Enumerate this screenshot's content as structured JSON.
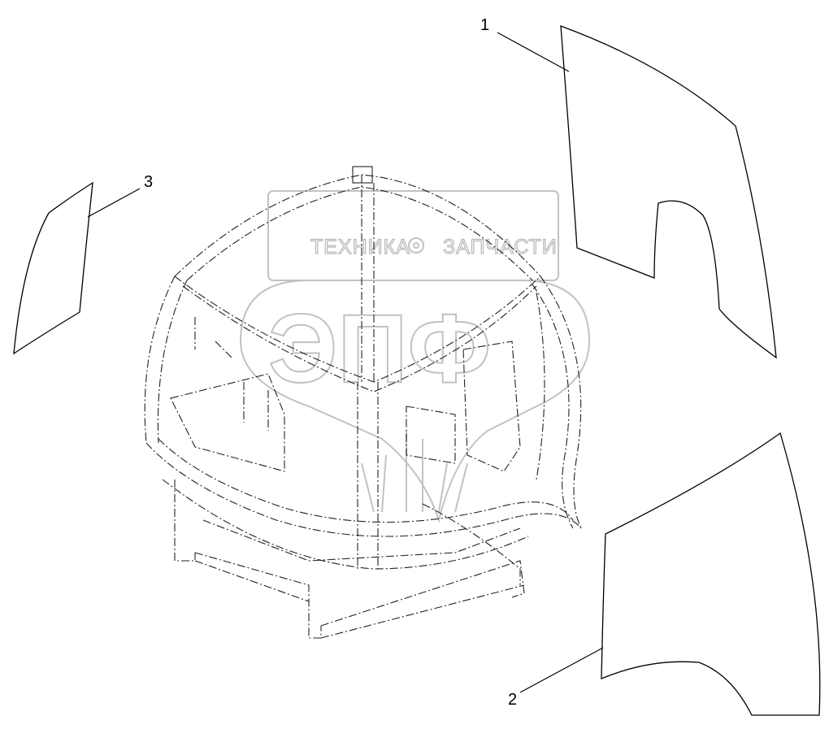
{
  "callouts": [
    {
      "id": "1",
      "label": "1"
    },
    {
      "id": "2",
      "label": "2"
    },
    {
      "id": "3",
      "label": "3"
    }
  ],
  "watermark": {
    "left_text": "ТЕХНИКА",
    "right_text": "ЗАПЧАСТИ",
    "logo_text": "ЭПФ"
  }
}
